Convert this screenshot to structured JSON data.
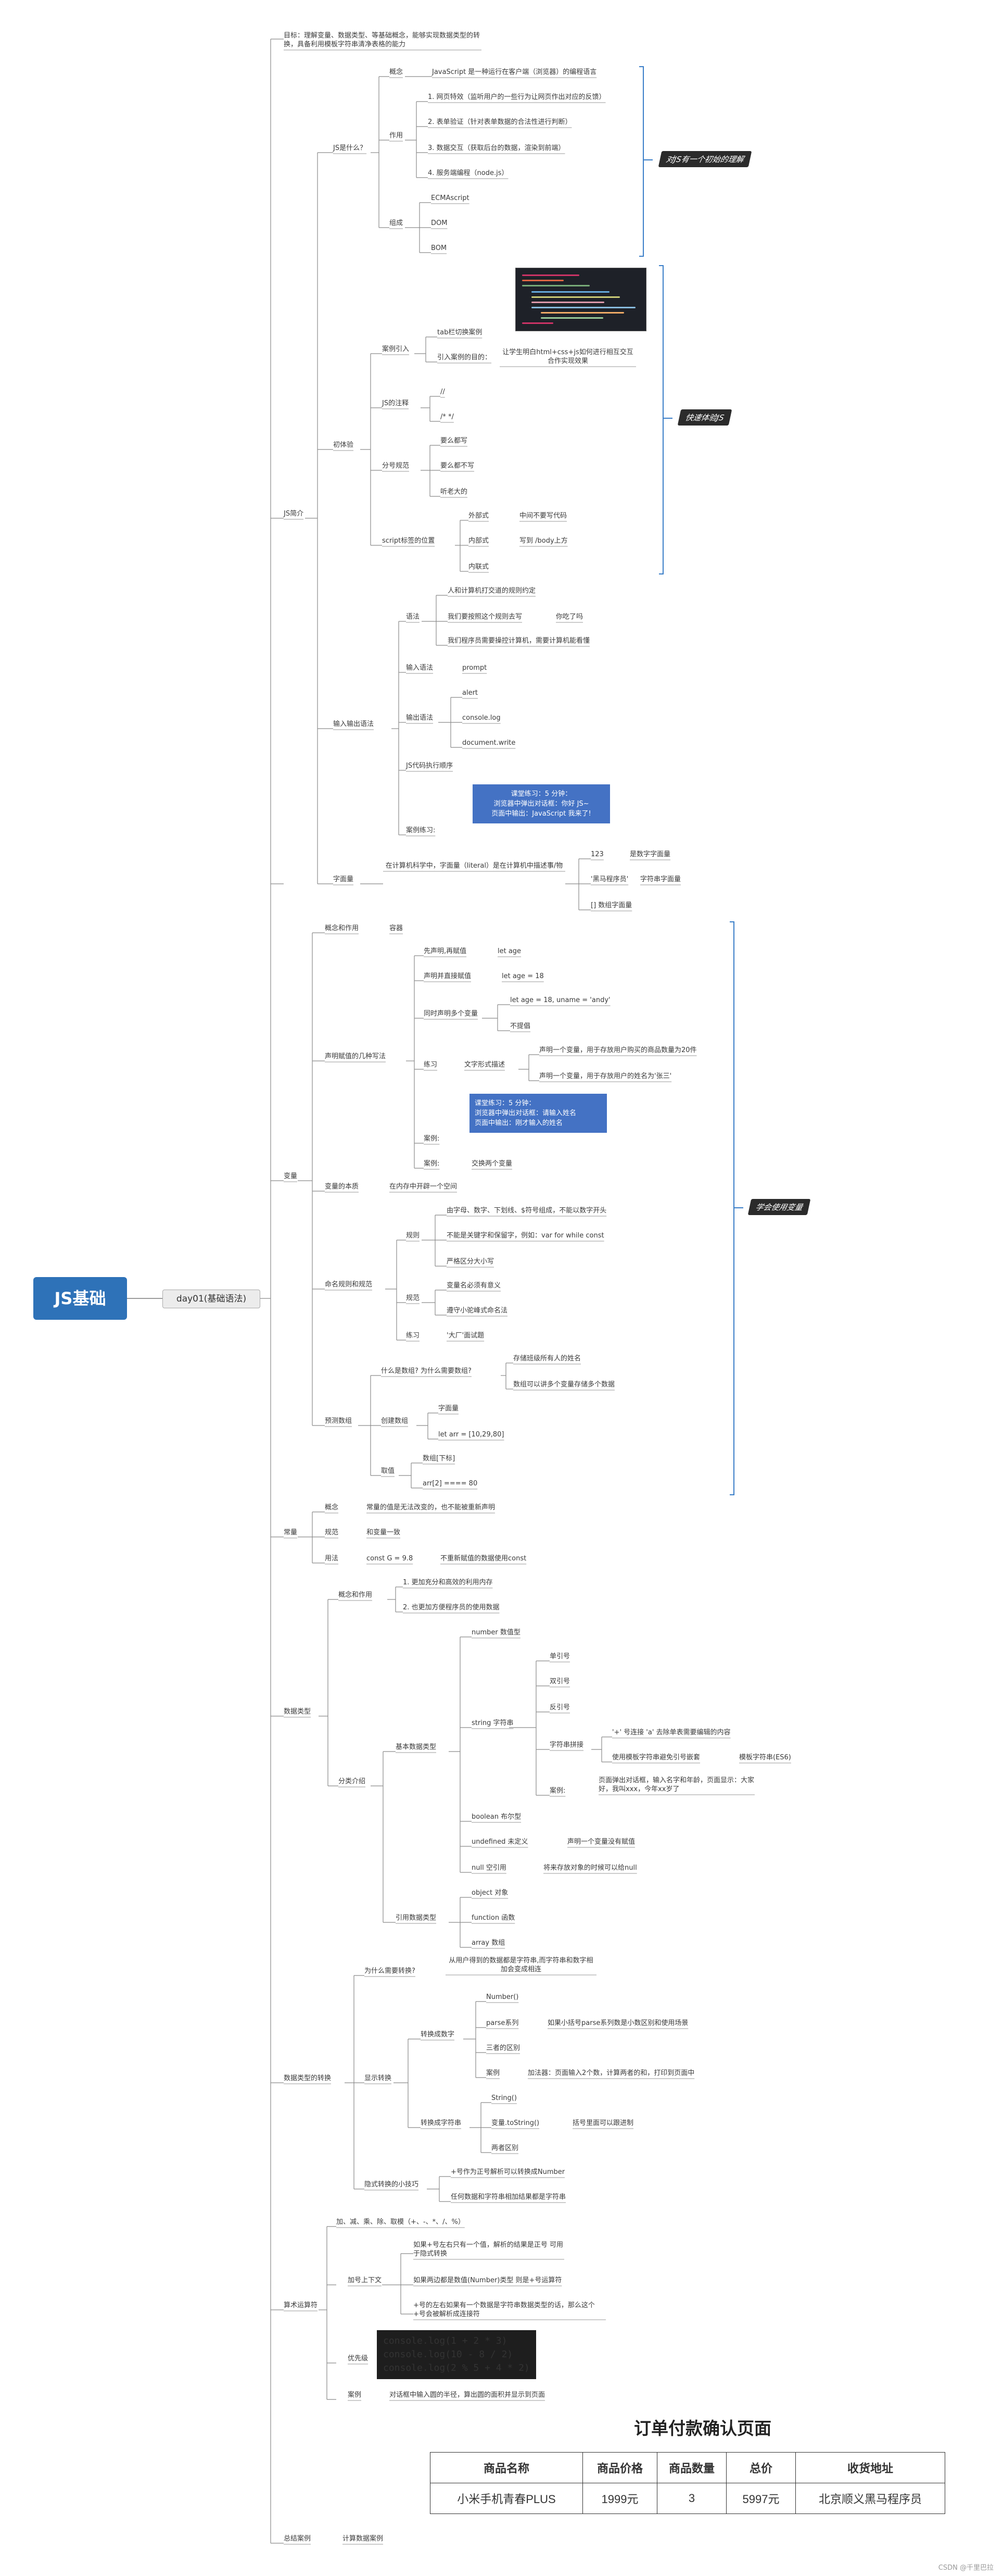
{
  "root": "JS基础",
  "day": "day01(基础语法)",
  "goal": "目标：理解变量、数据类型、等基础概念，能够实现数据类型的转换，具备利用模板字符串清净表格的能力",
  "notes": {
    "n1": "对JS有一个初始的理解",
    "n2": "快速体验JS",
    "n3": "学会使用变量"
  },
  "js_intro": {
    "title": "JS简介",
    "what": "JS是什么？",
    "concept": "概念",
    "concept_text": "JavaScript 是一种运行在客户端（浏览器）的编程语言",
    "role": "作用",
    "roles": [
      "1. 网页特效（监听用户的一些行为让网页作出对应的反馈）",
      "2. 表单验证（针对表单数据的合法性进行判断）",
      "3. 数据交互（获取后台的数据，渲染到前端）",
      "4. 服务端编程（node.js）"
    ],
    "compose": "组成",
    "compose_items": [
      "ECMAscript",
      "DOM",
      "BOM"
    ],
    "first": "初体验",
    "case_intro": "案例引入",
    "case_tab": "tab栏切换案例",
    "case_purpose": "引入案例的目的：",
    "case_purpose_text": "让学生明白html+css+js如何进行相互交互合作实现效果",
    "comment": "JS的注释",
    "comment_items": [
      "//",
      "/*    */"
    ],
    "semicolon": "分号规范",
    "semi_items": [
      "要么都写",
      "要么都不写",
      "听老大的"
    ],
    "script_pos": "script标签的位置",
    "external": "外部式",
    "external_note": "中间不要写代码",
    "internal": "内部式",
    "internal_note": "写到 /body上方",
    "inline": "内联式",
    "io": "输入输出语法",
    "syntax": "语法",
    "syntax_items": [
      "人和计算机打交道的规则约定",
      "我们要按照这个规则去写",
      "我们程序员需要操控计算机，需要计算机能看懂"
    ],
    "syntax_note": "你吃了吗",
    "input": "输入语法",
    "input_item": "prompt",
    "output": "输出语法",
    "output_items": [
      "alert",
      "console.log",
      "document.write"
    ],
    "order": "JS代码执行顺序",
    "case_practice": "案例练习:",
    "practice_box": "课堂练习：5 分钟：\n浏览器中弹出对话框：你好 JS~\n页面中输出：JavaScript 我来了!"
  },
  "literal": {
    "title": "字面量",
    "desc": "在计算机科学中，字面量（literal）是在计算机中描述事/物",
    "items": [
      "123",
      "'黑马程序员'",
      "[] 数组字面量"
    ],
    "notes": [
      "是数字字面量",
      "字符串字面量"
    ]
  },
  "variable": {
    "title": "变量",
    "concept": "概念和作用",
    "concept_note": "容器",
    "ways": "声明赋值的几种写法",
    "w1": "先声明,再赋值",
    "w1_code": "let age",
    "w2": "声明并直接赋值",
    "w2_code": "let age = 18",
    "w3": "同时声明多个变量",
    "w3_code": "let age = 18, uname = 'andy'",
    "w3_note": "不提倡",
    "practice": "练习",
    "p1": "文字形式描述",
    "p1_a": "声明一个变量，用于存放用户购买的商品数量为20件",
    "p1_b": "声明一个变量，用于存放用户的姓名为'张三'",
    "case_box": "课堂练习：5 分钟：\n浏览器中弹出对话框：请输入姓名\n页面中输出：刚才输入的姓名",
    "case_label": "案例:",
    "case2": "案例:",
    "case2_text": "交换两个变量",
    "essence": "变量的本质",
    "essence_text": "在内存中开辟一个空间",
    "naming": "命名规则和规范",
    "rules": "规则",
    "rule_items": [
      "由字母、数字、下划线、$符号组成，不能以数字开头",
      "不能是关键字和保留字，例如：var for while const",
      "严格区分大小写"
    ],
    "norms": "规范",
    "norm_items": [
      "变量名必须有意义",
      "遵守小驼峰式命名法"
    ],
    "practice2": "练习",
    "practice2_text": "'大厂'面试题",
    "array": "预测数组",
    "why": "什么是数组? 为什么需要数组?",
    "why_items": [
      "存储班级所有人的姓名",
      "数组可以讲多个变量存储多个数据"
    ],
    "create": "创建数组",
    "create_items": [
      "字面量",
      "let arr = [10,29,80]"
    ],
    "get": "取值",
    "get_items": [
      "数组[下标]",
      "arr[2]  ====  80"
    ]
  },
  "constant": {
    "title": "常量",
    "concept": "概念",
    "concept_text": "常量的值是无法改变的，也不能被重新声明",
    "norm": "规范",
    "norm_text": "和变量一致",
    "usage": "用法",
    "usage_code": "const G = 9.8",
    "usage_text": "不重新赋值的数据使用const"
  },
  "datatype": {
    "title": "数据类型",
    "concept": "概念和作用",
    "concept_items": [
      "1. 更加充分和高效的利用内存",
      "2. 也更加方便程序员的使用数据"
    ],
    "classify": "分类介绍",
    "basic": "基本数据类型",
    "number": "number 数值型",
    "string": "string 字符串",
    "quotes": [
      "单引号",
      "双引号",
      "反引号"
    ],
    "tpl": "字符串拼接",
    "tpl_items": [
      "'+' 号连接 'a' 去除单表需要编辑的内容",
      "使用模板字符串避免引号嵌套"
    ],
    "tpl_note": "模板字符串(ES6)",
    "case": "案例:",
    "case_text": "页面弹出对话框，输入名字和年龄，页面显示：大家好，我叫xxx，今年xx岁了",
    "boolean": "boolean 布尔型",
    "undefined": "undefined 未定义",
    "undefined_note": "声明一个变量没有赋值",
    "null": "null 空引用",
    "null_note": "将来存放对象的时候可以给null",
    "ref": "引用数据类型",
    "ref_items": [
      "object  对象",
      "function  函数",
      "array   数组"
    ]
  },
  "convert": {
    "title": "数据类型的转换",
    "why": "为什么需要转换?",
    "why_text": "从用户得到的数据都是字符串,而字符串和数字相加会变成相连",
    "explicit": "显示转换",
    "to_num": "转换成数字",
    "num_items": [
      "Number()",
      "parse系列",
      "三者的区别",
      "案例"
    ],
    "parse_note": "如果小括号parse系列数是小数区别和使用场景",
    "case_note": "加法器：页面输入2个数，计算两者的和，打印到页面中",
    "to_str": "转换成字符串",
    "str_items": [
      "String()",
      "变量.toString()",
      "两者区别"
    ],
    "str_note": "括号里面可以跟进制",
    "implicit": "隐式转换的小技巧",
    "implicit_items": [
      "+号作为正号解析可以转换成Number",
      "任何数据和字符串相加结果都是字符串"
    ]
  },
  "operator": {
    "title": "算术运算符",
    "ops": "加、减、乘、除、取模（+、-、*、/、%）",
    "plus": "加号上下文",
    "plus_items": [
      "如果+号左右只有一个值，解析的结果是正号 可用于隐式转换",
      "如果两边都是数值(Number)类型 则是+号运算符",
      "+号的左右如果有一个数据是字符串数据类型的话，那么这个+号会被解析成连接符"
    ],
    "priority": "优先级",
    "code": [
      "console.log(1 + 2 * 3)",
      "console.log(10 - 8 / 2)",
      "console.log(2 % 5 + 4 * 2)"
    ],
    "case": "案例",
    "case_text": "对话框中输入圆的半径，算出圆的面积并显示到页面"
  },
  "summary": {
    "title": "总结案例",
    "text": "计算数据案例"
  },
  "order": {
    "title": "订单付款确认页面",
    "headers": [
      "商品名称",
      "商品价格",
      "商品数量",
      "总价",
      "收货地址"
    ],
    "row": [
      "小米手机青春PLUS",
      "1999元",
      "3",
      "5997元",
      "北京顺义黑马程序员"
    ]
  },
  "watermark": "CSDN @千里巴拉"
}
